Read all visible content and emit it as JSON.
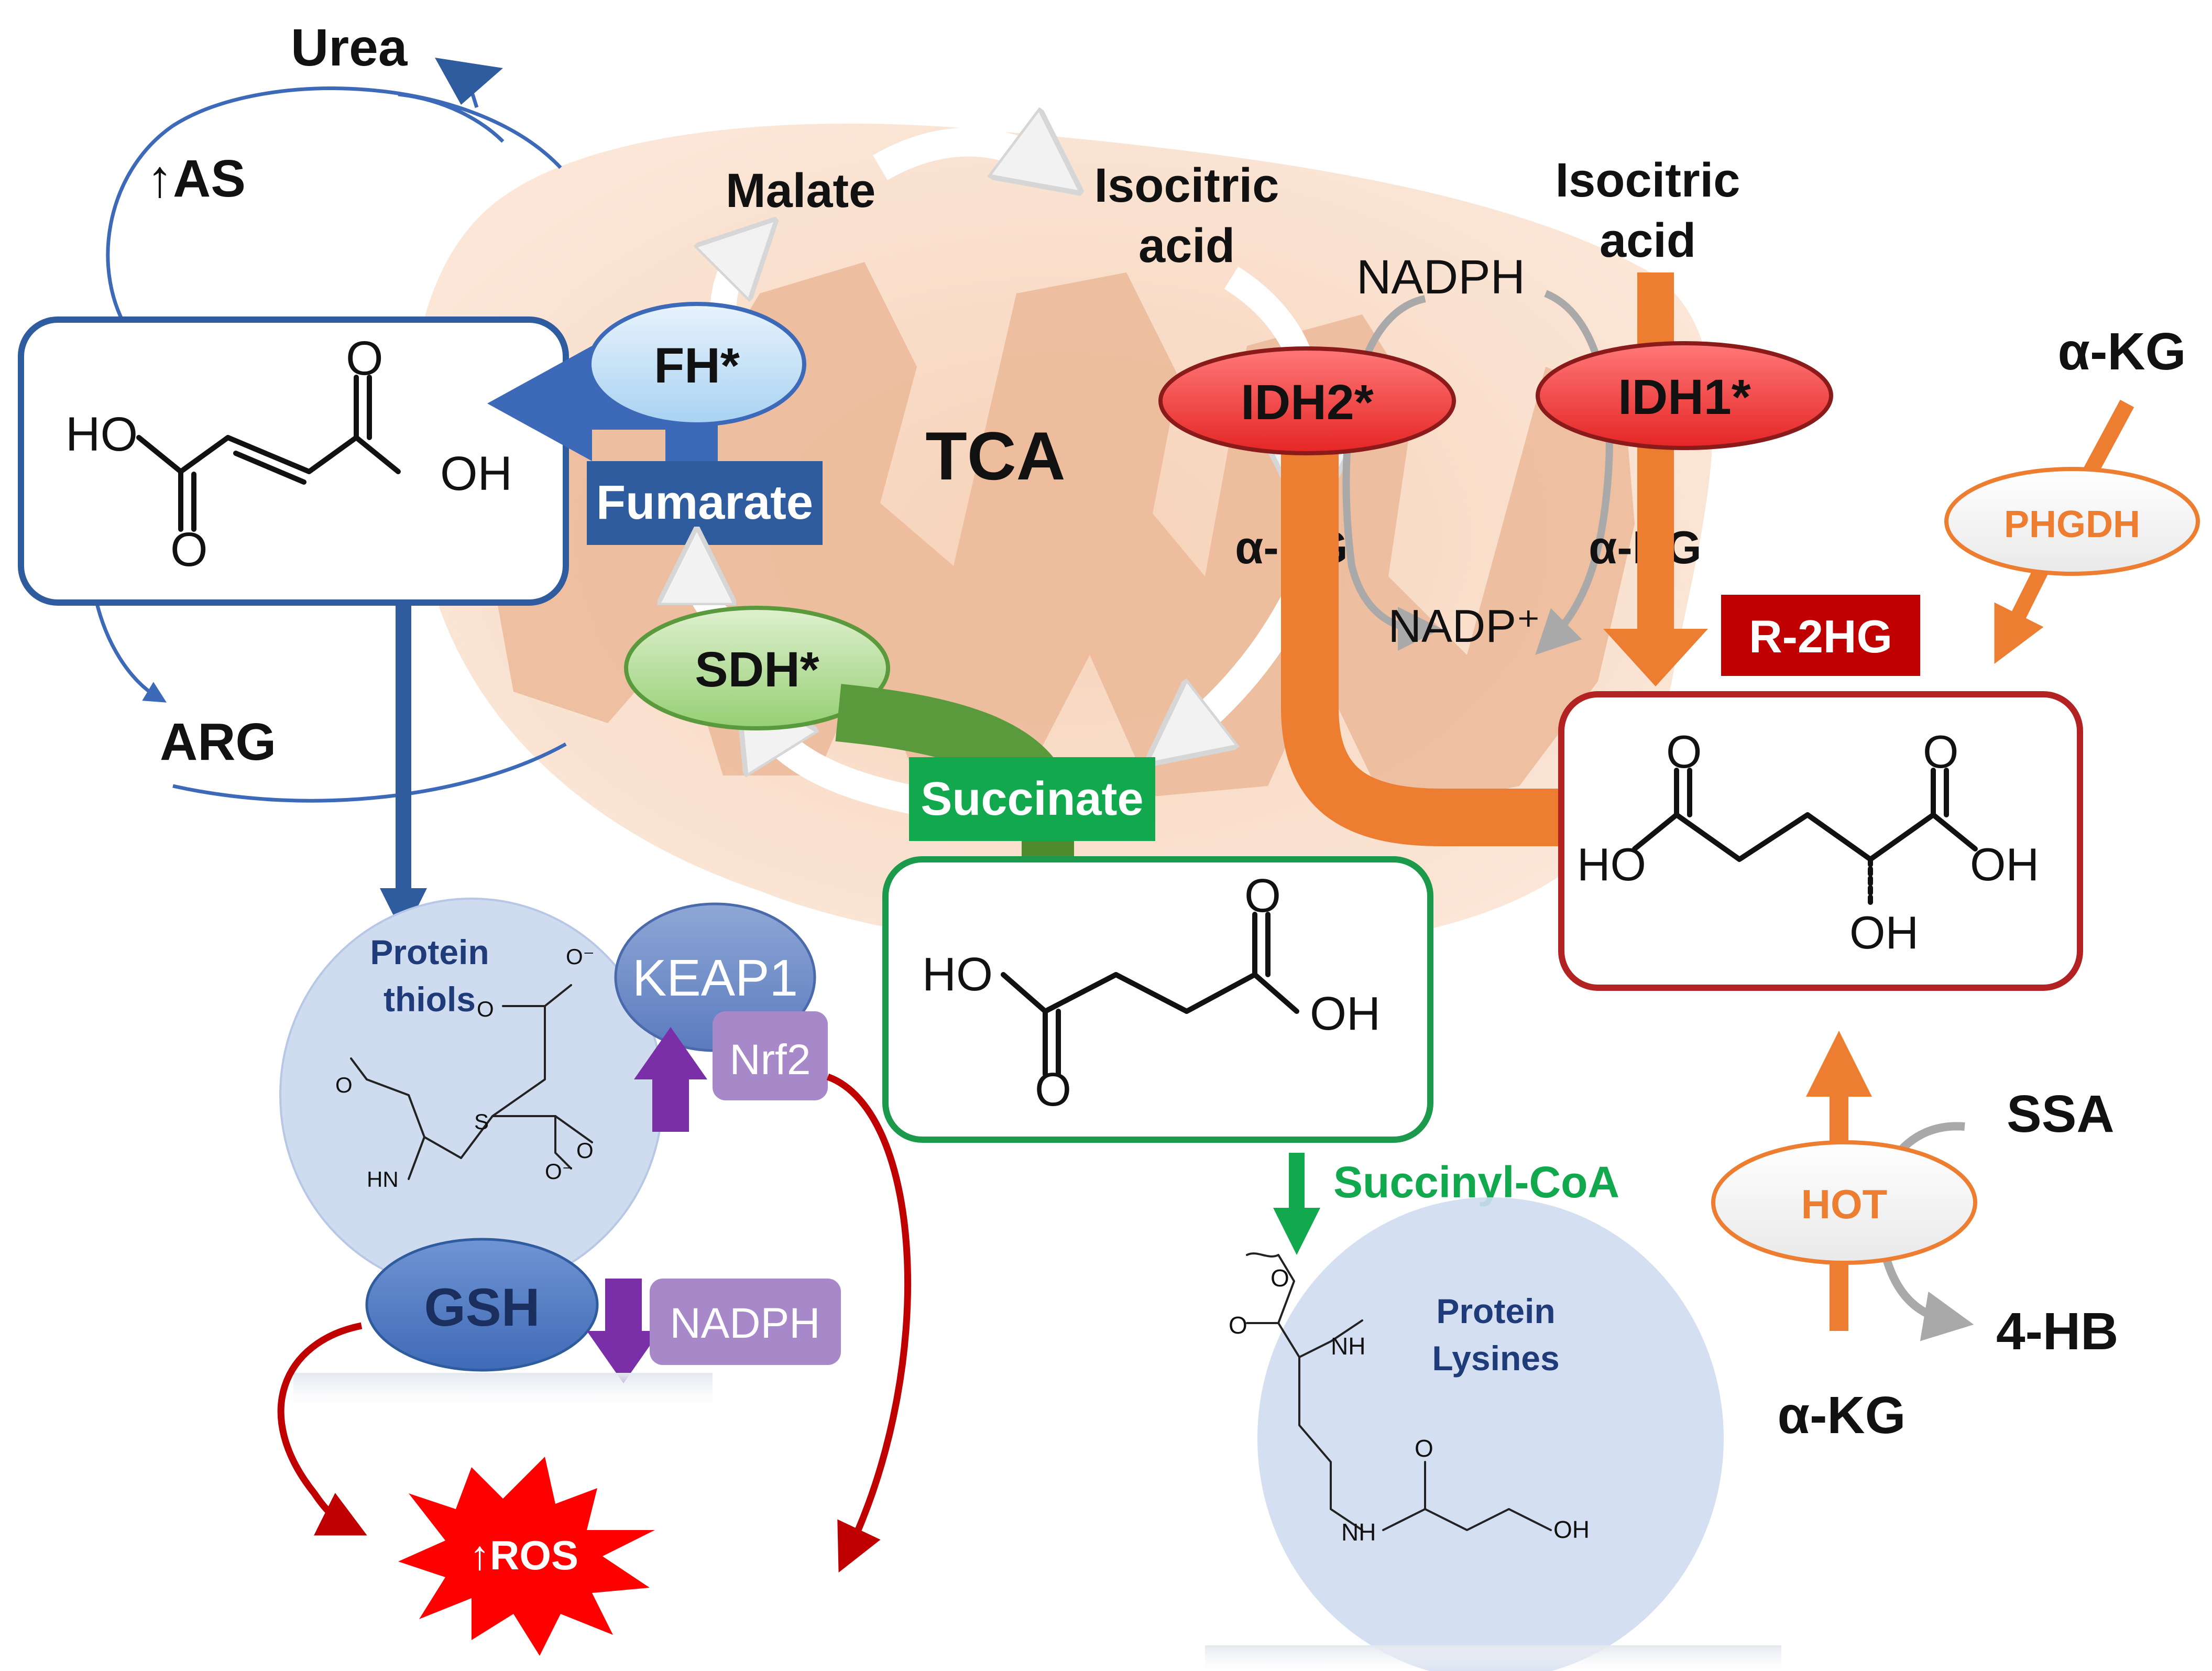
{
  "labels": {
    "urea": "Urea",
    "as": "↑AS",
    "arg": "ARG",
    "malate": "Malate",
    "isocitric_left_1": "Isocitric",
    "isocitric_left_2": "acid",
    "isocitric_right_1": "Isocitric",
    "isocitric_right_2": "acid",
    "nadph_top": "NADPH",
    "tca": "TCA",
    "akg_idh2": "α-KG",
    "akg_idh1": "α-KG",
    "nadp_plus": "NADP⁺",
    "akg_top_right": "α-KG",
    "akg_bottom": "α-KG",
    "ssa": "SSA",
    "hb4": "4-HB",
    "succinyl_coa": "Succinyl-CoA"
  },
  "enzymes": {
    "fh": "FH*",
    "sdh": "SDH*",
    "idh2": "IDH2*",
    "idh1": "IDH1*",
    "phgdh": "PHGDH",
    "hot": "HOT"
  },
  "tags": {
    "fumarate": "Fumarate",
    "succinate": "Succinate",
    "r2hg": "R-2HG"
  },
  "protein_thiols": {
    "line1": "Protein",
    "line2": "thiols",
    "keap1": "KEAP1",
    "nrf2": "Nrf2",
    "gsh": "GSH",
    "nadph": "NADPH",
    "ros": "↑ROS"
  },
  "protein_lysines": {
    "line1": "Protein",
    "line2": "Lysines"
  },
  "chem_atoms": {
    "o": "O",
    "ho": "HO",
    "oh": "OH",
    "o_minus": "O⁻",
    "s": "S",
    "hn": "HN",
    "nh": "NH"
  },
  "colors": {
    "blue": "#3d6ab8",
    "navy": "#2f4f93",
    "orange": "#ed7d31",
    "green_tag": "#12a94e",
    "green_arrow": "#4f8a2e",
    "red_tag": "#c00000",
    "mito": "#f8dcc7",
    "cristae": "#ebb898",
    "purple": "#7a2fa8",
    "lavender": "#a788c8",
    "circle": "#cfdbef"
  }
}
